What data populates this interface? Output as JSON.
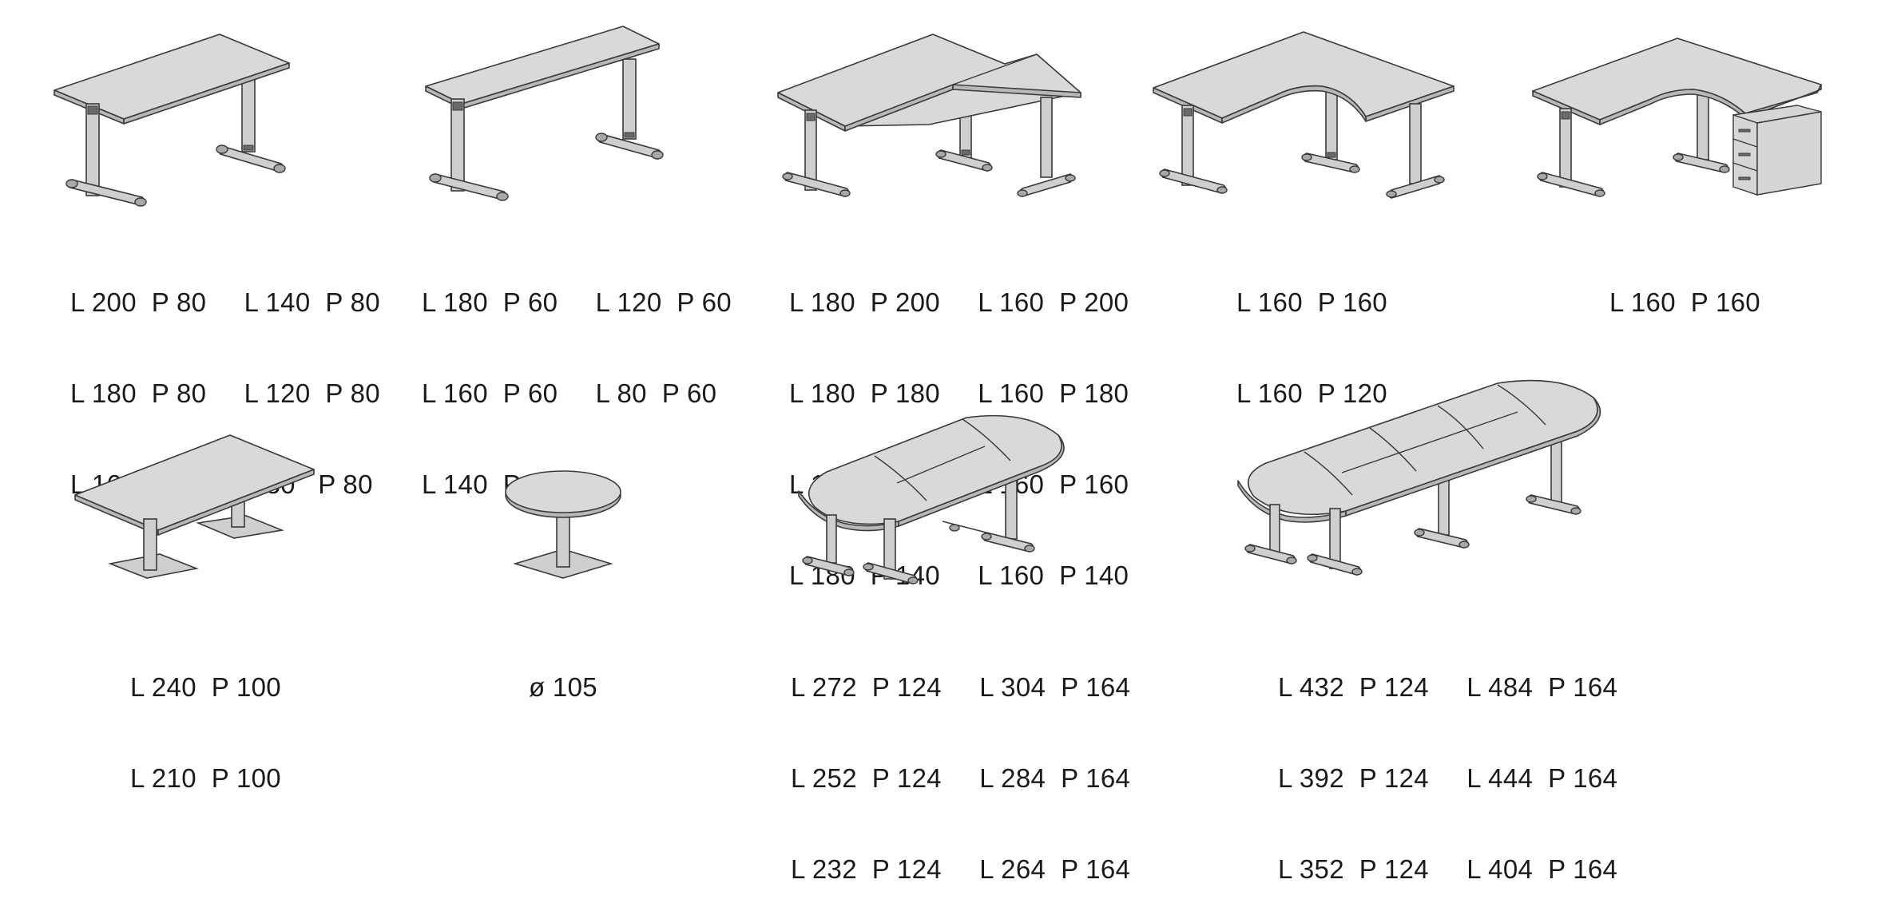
{
  "products": [
    {
      "id": "desk-rect-80",
      "lines": [
        "L 200  P 80     L 140  P 80",
        "L 180  P 80     L 120  P 80",
        "L 160  P 80     L 80   P 80"
      ]
    },
    {
      "id": "desk-rect-60",
      "lines": [
        "L 180  P 60     L 120  P 60",
        "L 160  P 60     L 80  P 60",
        "L 140  P 60"
      ]
    },
    {
      "id": "desk-l-shape",
      "lines": [
        "L 180  P 200     L 160  P 200",
        "L 180  P 180     L 160  P 180",
        "L 180  P 160     L 160  P 160",
        "L 180  P 140     L 160  P 140"
      ]
    },
    {
      "id": "desk-corner-curved",
      "lines": [
        "L 160  P 160",
        "L 160  P 120"
      ]
    },
    {
      "id": "desk-corner-pedestal",
      "lines": [
        "L 160  P 160"
      ]
    },
    {
      "id": "meeting-table-rect",
      "lines": [
        "L 240  P 100",
        "L 210  P 100"
      ]
    },
    {
      "id": "meeting-table-round",
      "lines": [
        "ø 105"
      ]
    },
    {
      "id": "conference-table-small",
      "lines": [
        "L 272  P 124     L 304  P 164",
        "L 252  P 124     L 284  P 164",
        "L 232  P 124     L 264  P 164"
      ]
    },
    {
      "id": "conference-table-large",
      "lines": [
        "L 432  P 124     L 484  P 164",
        "L 392  P 124     L 444  P 164",
        "L 352  P 124     L 404  P 164"
      ]
    }
  ]
}
